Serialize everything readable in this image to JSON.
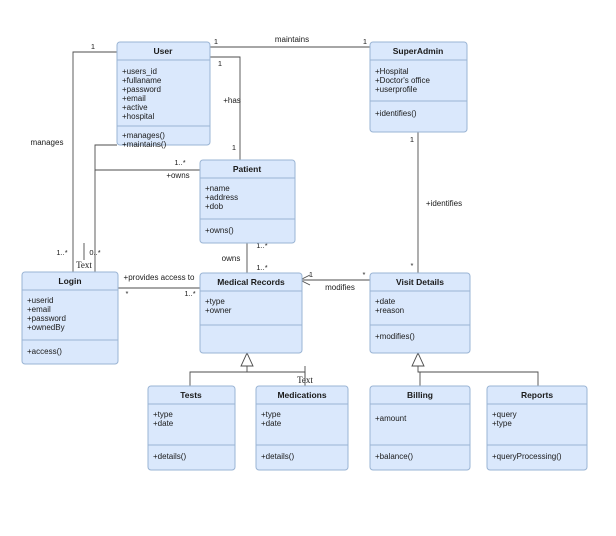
{
  "diagram": {
    "kind": "uml-class-diagram",
    "background_color": "#ffffff",
    "class_fill_color": "#dae8fc",
    "class_border_color": "#9ab4d4",
    "edge_color": "#4d4d4d"
  },
  "classes": [
    {
      "id": "user",
      "name": "User",
      "attributes": [
        "+users_id",
        "+fullaname",
        "+password",
        "+email",
        "+active",
        "+hospital"
      ],
      "methods": [
        "+manages()",
        "+maintains()"
      ]
    },
    {
      "id": "superadmin",
      "name": "SuperAdmin",
      "attributes": [
        "+Hospital",
        "+Doctor's office",
        "+userprofile"
      ],
      "methods": [
        "+identifies()"
      ]
    },
    {
      "id": "patient",
      "name": "Patient",
      "attributes": [
        "+name",
        "+address",
        "+dob"
      ],
      "methods": [
        "+owns()"
      ]
    },
    {
      "id": "login",
      "name": "Login",
      "attributes": [
        "+userid",
        "+email",
        "+password",
        "+ownedBy"
      ],
      "methods": [
        "+access()"
      ]
    },
    {
      "id": "medicalrecords",
      "name": "Medical Records",
      "attributes": [
        "+type",
        "+owner"
      ],
      "methods": []
    },
    {
      "id": "visitdetails",
      "name": "Visit Details",
      "attributes": [
        "+date",
        "+reason"
      ],
      "methods": [
        "+modifies()"
      ]
    },
    {
      "id": "tests",
      "name": "Tests",
      "attributes": [
        "+type",
        "+date"
      ],
      "methods": [
        "+details()"
      ]
    },
    {
      "id": "medications",
      "name": "Medications",
      "attributes": [
        "+type",
        "+date"
      ],
      "methods": [
        "+details()"
      ]
    },
    {
      "id": "billing",
      "name": "Billing",
      "attributes": [
        "+amount"
      ],
      "methods": [
        "+balance()"
      ]
    },
    {
      "id": "reports",
      "name": "Reports",
      "attributes": [
        "+query",
        "+type"
      ],
      "methods": [
        "+queryProcessing()"
      ]
    }
  ],
  "relationships": [
    {
      "id": "maintains",
      "label": "maintains",
      "from": "user",
      "to": "superadmin",
      "from_mult": "1",
      "to_mult": "1"
    },
    {
      "id": "manages",
      "label": "manages",
      "from": "user",
      "to": "login",
      "from_mult": "1",
      "to_mult": "1..*"
    },
    {
      "id": "has",
      "label": "+has",
      "from": "user",
      "to": "patient",
      "from_mult": "1",
      "to_mult": "1"
    },
    {
      "id": "owns-user-patient",
      "label": "+owns",
      "from": "user",
      "to": "patient",
      "from_mult": "1..*",
      "to_mult": "0..*"
    },
    {
      "id": "owns-patient-records",
      "label": "owns",
      "from": "patient",
      "to": "medicalrecords",
      "from_mult": "1..*",
      "to_mult": "1..*"
    },
    {
      "id": "provides-access-to",
      "label": "+provides access to",
      "from": "login",
      "to": "medicalrecords",
      "from_mult": "*",
      "to_mult": "1..*"
    },
    {
      "id": "modifies",
      "label": "modifies",
      "from": "visitdetails",
      "to": "medicalrecords",
      "from_mult": "*",
      "to_mult": "1"
    },
    {
      "id": "identifies",
      "label": "+identifies",
      "from": "superadmin",
      "to": "visitdetails",
      "from_mult": "1",
      "to_mult": "*"
    },
    {
      "id": "gen-records-tests",
      "label": "",
      "from": "tests",
      "to": "medicalrecords",
      "from_mult": "",
      "to_mult": ""
    },
    {
      "id": "gen-records-medications",
      "label": "",
      "from": "medications",
      "to": "medicalrecords",
      "from_mult": "",
      "to_mult": ""
    },
    {
      "id": "gen-visit-billing",
      "label": "",
      "from": "billing",
      "to": "visitdetails",
      "from_mult": "",
      "to_mult": ""
    },
    {
      "id": "gen-visit-reports",
      "label": "",
      "from": "reports",
      "to": "visitdetails",
      "from_mult": "",
      "to_mult": ""
    }
  ],
  "notes": [
    {
      "id": "note-login",
      "text": "Text"
    },
    {
      "id": "note-medications",
      "text": "Text"
    }
  ]
}
